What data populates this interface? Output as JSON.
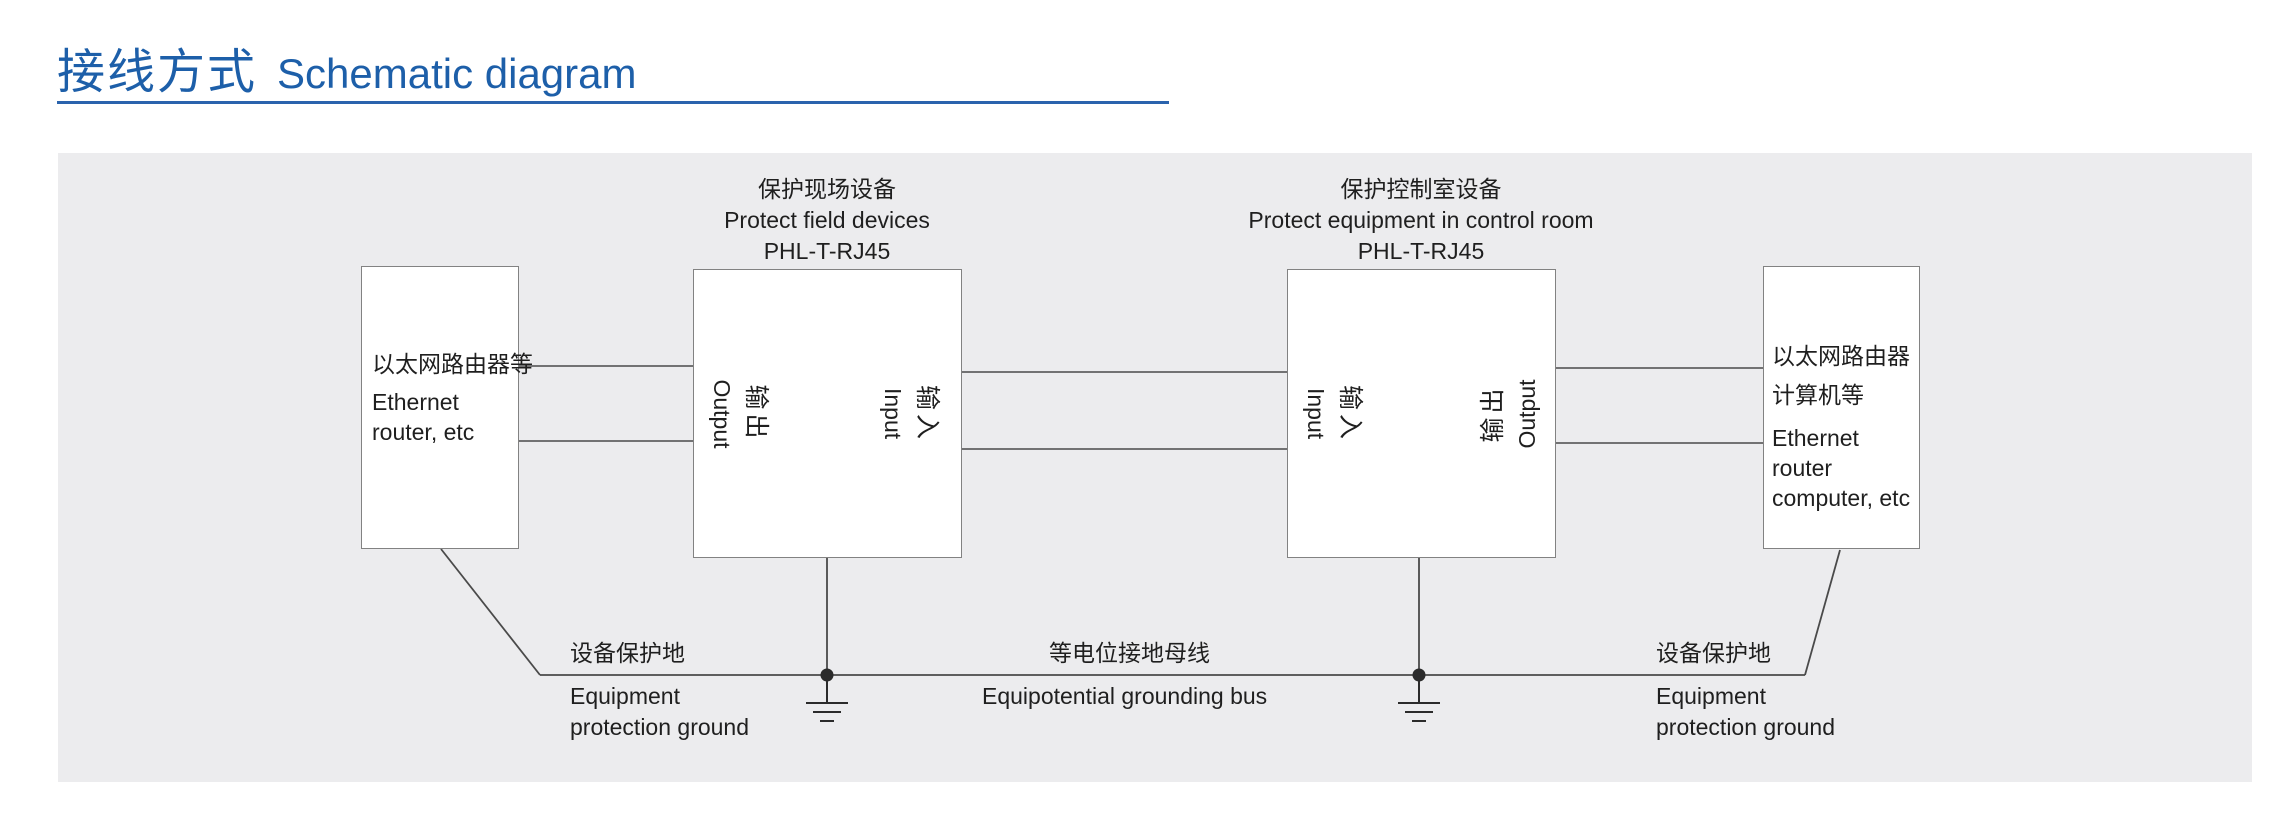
{
  "header": {
    "title_zh": "接线方式",
    "title_en": "Schematic diagram"
  },
  "diagram": {
    "left_device": {
      "lines": [
        "以太网路由器等",
        "Ethernet",
        "router, etc"
      ]
    },
    "spd_field": {
      "title_zh": "保护现场设备",
      "title_en": "Protect field devices",
      "model": "PHL-T-RJ45",
      "port_left_en": "Output",
      "port_left_zh": "输出",
      "port_right_en": "Input",
      "port_right_zh": "输入"
    },
    "spd_control": {
      "title_zh": "保护控制室设备",
      "title_en": "Protect  equipment in control room",
      "model": "PHL-T-RJ45",
      "port_left_en": "Input",
      "port_left_zh": "输入",
      "port_right_en": "Output",
      "port_right_zh": "输出"
    },
    "right_device": {
      "lines": [
        "以太网路由器",
        "计算机等",
        "Ethernet",
        "router",
        "computer, etc"
      ]
    },
    "grounding": {
      "left": {
        "zh": "设备保护地",
        "en_lines": [
          "Equipment",
          "protection ground"
        ]
      },
      "bus": {
        "zh": "等电位接地母线",
        "en": "Equipotential grounding bus"
      },
      "right": {
        "zh": "设备保护地",
        "en_lines": [
          "Equipment",
          "protection ground"
        ]
      }
    }
  },
  "colors": {
    "accent": "#1d5fa9",
    "panel_background": "#ececee",
    "line": "#4a4a4a",
    "text": "#1f1f1f"
  }
}
